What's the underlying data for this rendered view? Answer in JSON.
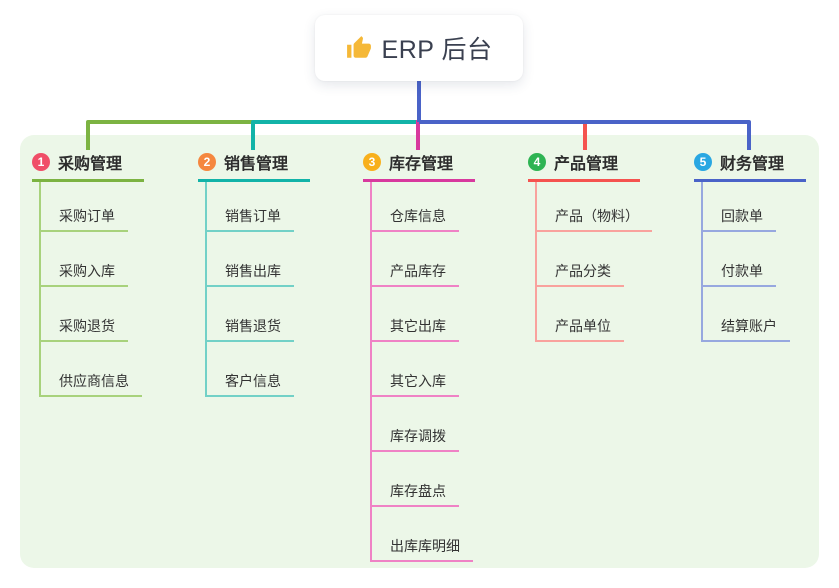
{
  "root": {
    "title": "ERP 后台",
    "icon": "thumbs-up"
  },
  "branches": [
    {
      "index": "1",
      "label": "采购管理",
      "color": "#7CB342",
      "light": "#A8D27C",
      "badge": "#F04E68",
      "children": [
        "采购订单",
        "采购入库",
        "采购退货",
        "供应商信息"
      ]
    },
    {
      "index": "2",
      "label": "销售管理",
      "color": "#12B3A8",
      "light": "#72D1C7",
      "badge": "#F5873F",
      "children": [
        "销售订单",
        "销售出库",
        "销售退货",
        "客户信息"
      ]
    },
    {
      "index": "3",
      "label": "库存管理",
      "color": "#D8399E",
      "light": "#EF82C5",
      "badge": "#F8B01C",
      "children": [
        "仓库信息",
        "产品库存",
        "其它出库",
        "其它入库",
        "库存调拨",
        "库存盘点",
        "出库库明细"
      ]
    },
    {
      "index": "4",
      "label": "产品管理",
      "color": "#F5534F",
      "light": "#F9A29D",
      "badge": "#2EB453",
      "children": [
        "产品（物料）",
        "产品分类",
        "产品单位"
      ]
    },
    {
      "index": "5",
      "label": "财务管理",
      "color": "#4A63C8",
      "light": "#97A8DF",
      "badge": "#29A7E2",
      "children": [
        "回款单",
        "付款单",
        "结算账户"
      ]
    }
  ],
  "colors": {
    "panel_background": "#ECF7E8",
    "canvas_background": "#FFFFFF",
    "trunk": "#4A63C8",
    "root_icon": "#F5B837"
  }
}
